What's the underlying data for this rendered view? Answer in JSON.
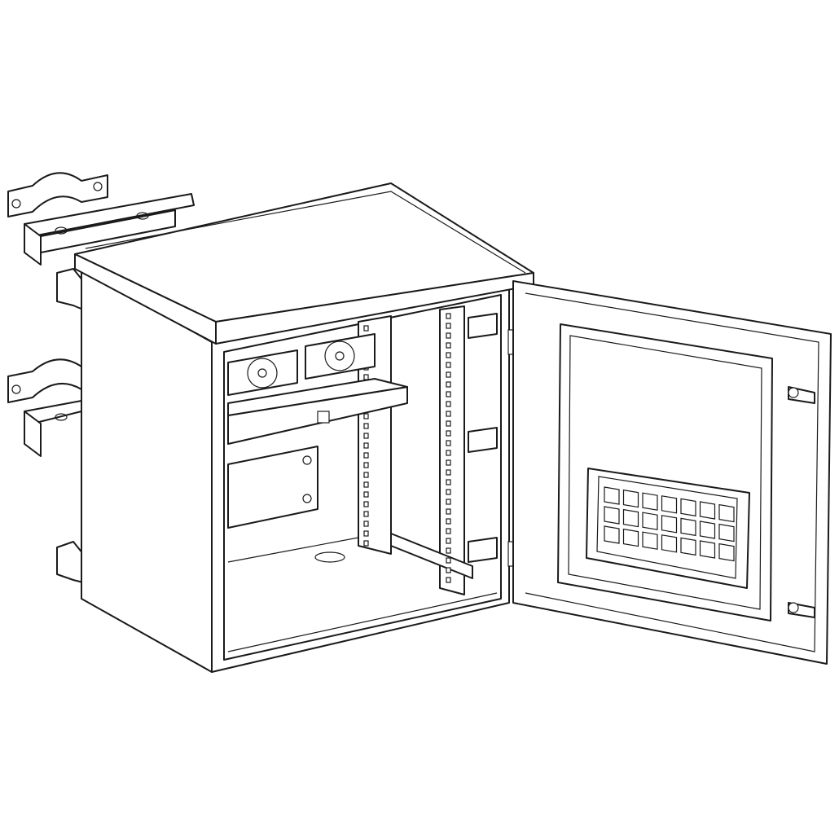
{
  "drawing": {
    "style": "line-art",
    "colors": {
      "line": "#1a1a1a",
      "background": "#ffffff"
    },
    "door_grid": {
      "rows": 3,
      "columns": 7
    }
  }
}
